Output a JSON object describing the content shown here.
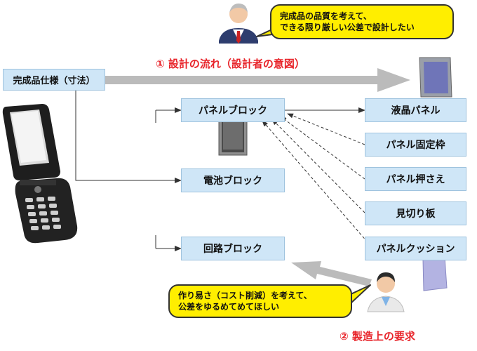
{
  "designer_bubble": {
    "line1": "完成品の品質を考えて、",
    "line2": "できる限り厳しい公差で設計したい"
  },
  "design_flow_label": "① 設計の流れ（設計者の意図）",
  "spec_box": "完成品仕様（寸法）",
  "blocks": {
    "panel": "パネルブロック",
    "battery": "電池ブロック",
    "circuit": "回路ブロック"
  },
  "parts": {
    "lcd": "液晶パネル",
    "frame": "パネル固定枠",
    "holder": "パネル押さえ",
    "parting": "見切り板",
    "cushion": "パネルクッション"
  },
  "manufacturing_bubble": {
    "line1": "作り易さ（コスト削減）を考えて、",
    "line2": "公差をゆるめてめてほしい"
  },
  "manufacturing_label": "② 製造上の要求",
  "colors": {
    "box_fill": "#cfe6f7",
    "bubble_fill": "#ffee00",
    "accent_red": "#e8242a",
    "arrow_gray": "#bbbbbb"
  }
}
